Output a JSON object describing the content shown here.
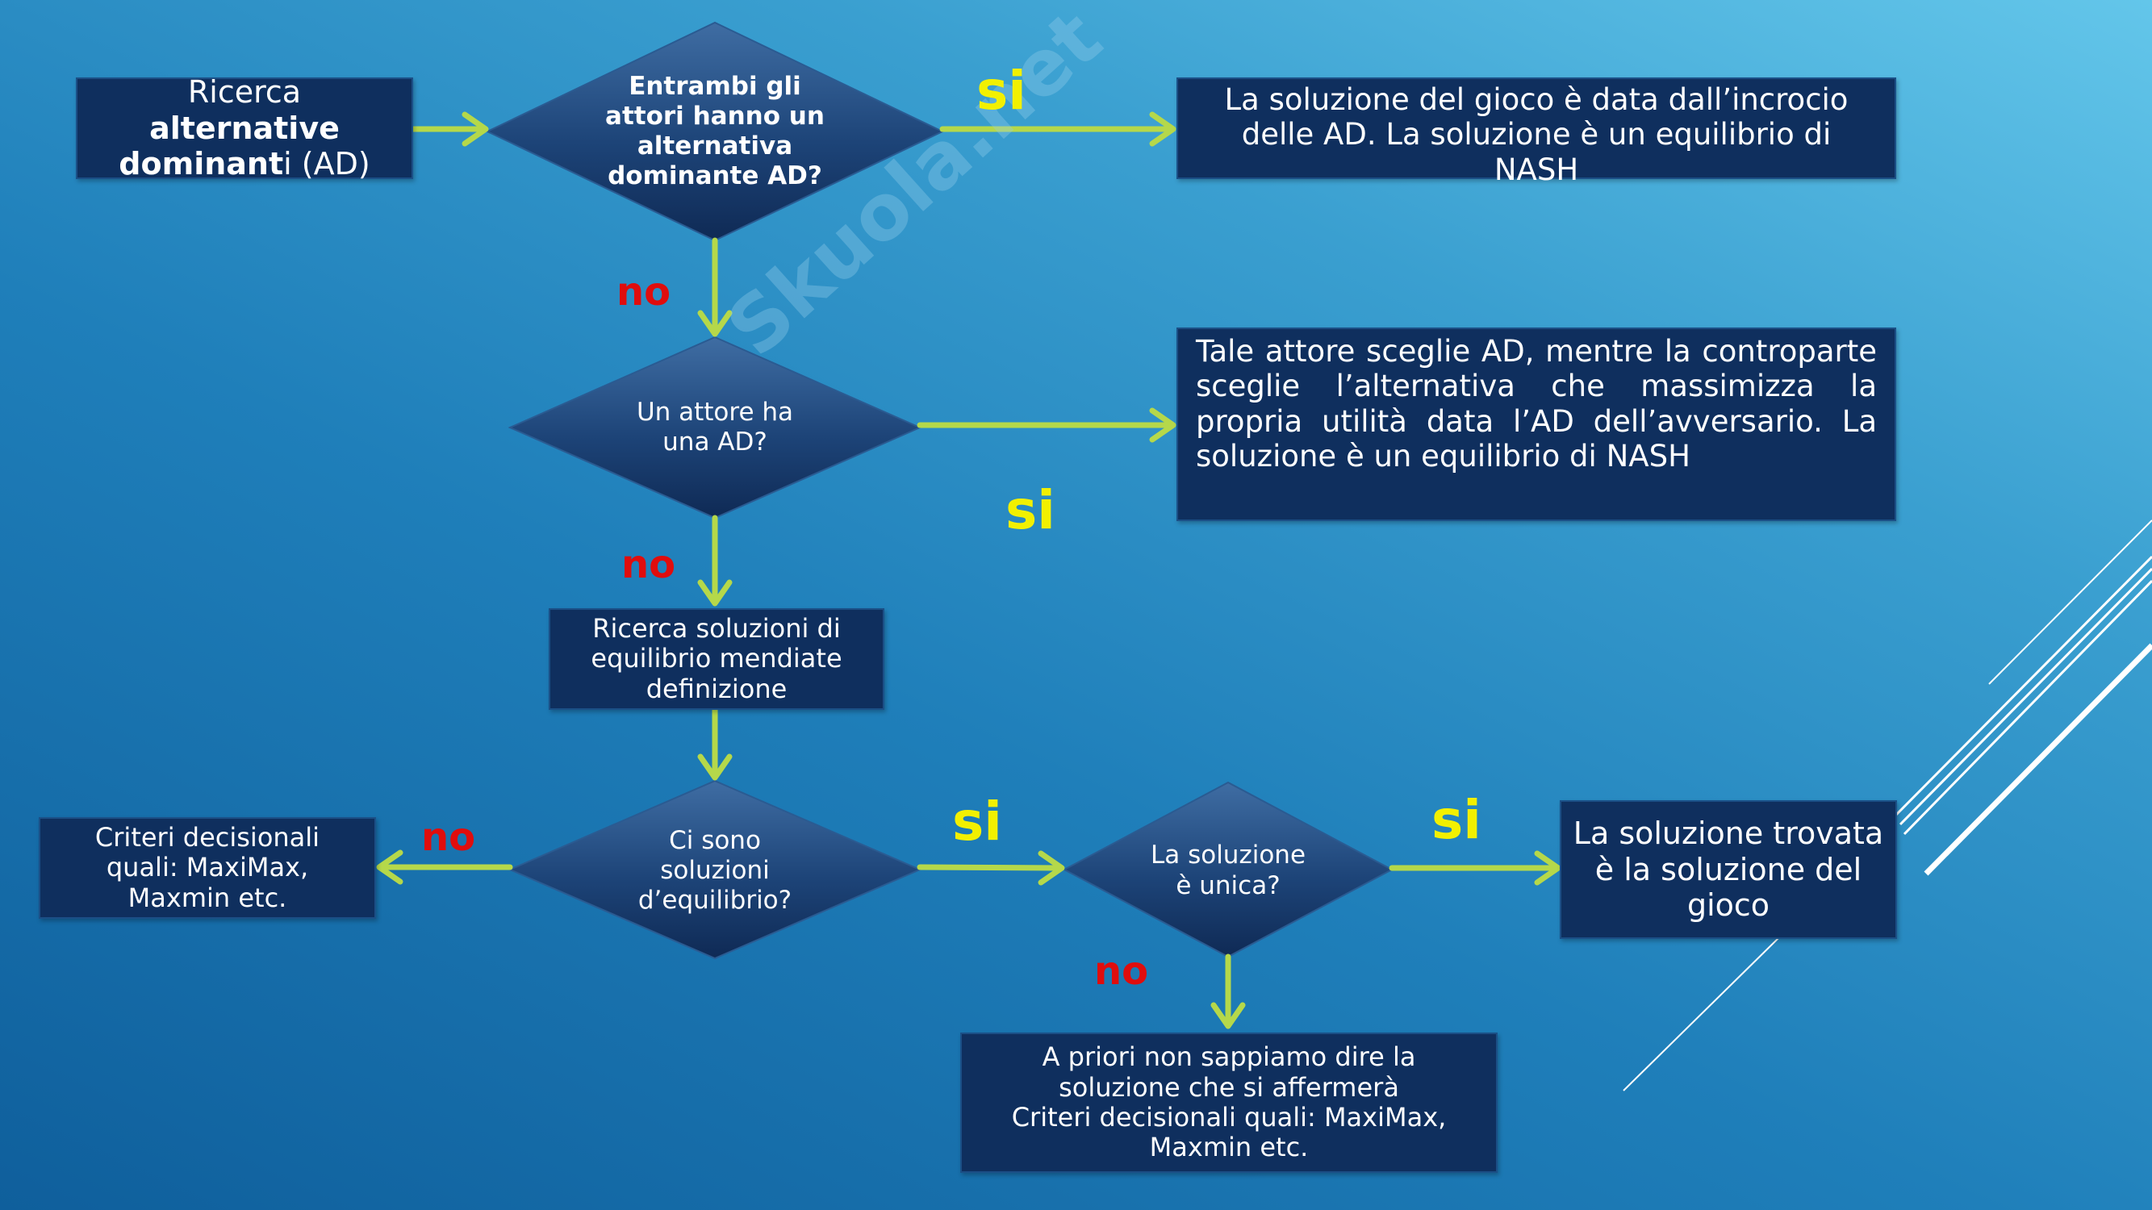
{
  "colors": {
    "box_fill": "#0f2f5e",
    "arrow": "#b5d84a",
    "yes_label": "#f2f000",
    "no_label": "#e00d0d"
  },
  "boxes": {
    "start": {
      "line1": "Ricerca",
      "bold1": "alternative",
      "bold2": "dominant",
      "tail2": "i (AD)"
    },
    "nash_both": "La soluzione del gioco è data dall’incrocio delle AD. La soluzione è un equilibrio di NASH",
    "nash_one": "Tale attore sceglie AD, mentre la controparte sceglie l’alternativa che massimizza la propria utilità data l’AD dell’avversario. La soluzione è un equilibrio di NASH",
    "search_def": "Ricerca soluzioni di equilibrio mendiate definizione",
    "criteria_left": "Criteri decisionali quali: MaxiMax, Maxmin etc.",
    "solution_final": "La soluzione trovata è la soluzione del gioco",
    "unknown": {
      "line1": "A priori non sappiamo dire la",
      "line2": "soluzione che si affermerà",
      "line3": "Criteri decisionali quali: MaxiMax,",
      "line4": "Maxmin etc."
    }
  },
  "decisions": {
    "both_ad": "Entrambi gli attori hanno un alternativa dominante AD?",
    "one_ad": "Un attore ha una AD?",
    "exist": "Ci sono soluzioni d’equilibrio?",
    "unique": "La soluzione è unica?"
  },
  "labels": {
    "yes": "si",
    "no": "no"
  },
  "watermark": "Skuola.net"
}
